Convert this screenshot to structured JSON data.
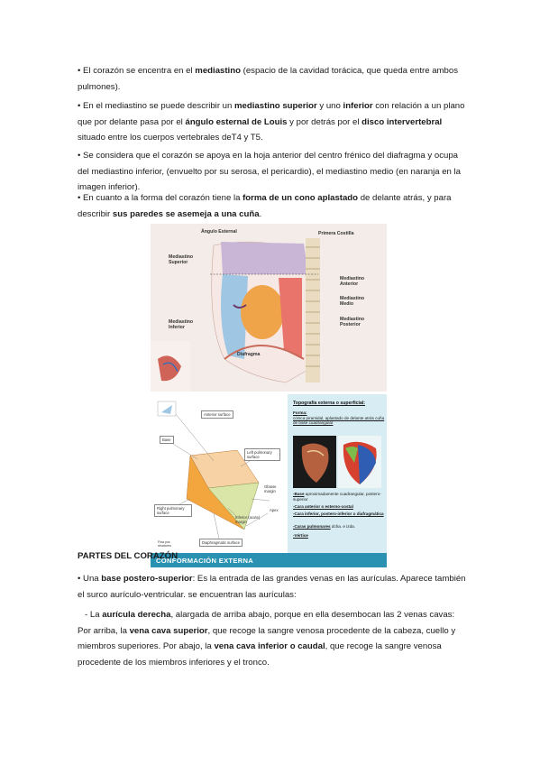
{
  "paragraphs": {
    "p1": {
      "t1": "• El corazón se encentra en el ",
      "b1": "mediastino",
      "t2": " (espacio de la cavidad torácica, que queda entre ambos pulmones)."
    },
    "p2": {
      "t1": "• En el mediastino se puede describir un ",
      "b1": "mediastino superior",
      "t2": " y uno ",
      "b2": "inferior",
      "t3": " con relación a un plano que por delante pasa por el ",
      "b3": "ángulo esternal de Louis",
      "t4": " y por detrás por el ",
      "b4": "disco intervertebral",
      "t5": " situado entre los cuerpos vertebrales deT4 y T5."
    },
    "p3": {
      "t1": "• Se considera que el corazón se apoya en la hoja anterior del centro frénico del diafragma y ocupa del mediastino inferior, (envuelto por su serosa, el pericardio), el mediastino medio (en naranja en la imagen inferior)."
    },
    "p4": {
      "t1": "• En cuanto a la forma del corazón tiene la ",
      "b1": "forma de un cono aplastado",
      "t2": " de delante atrás, y para describir ",
      "b2": "sus paredes se asemeja a una cuña",
      "t3": "."
    },
    "heading": "PARTES DEL CORAZÓN",
    "p5": {
      "t1": "• Una ",
      "b1": "base postero-superior",
      "t2": ": Es la entrada de las grandes venas en las aurículas. Aparece también el surco aurículo-ventricular. se encuentran las aurículas:"
    },
    "p6": {
      "t1": "   - La ",
      "b1": "aurícula derecha",
      "t2": ", alargada de arriba abajo, porque en ella desembocan las 2 venas cavas: Por arriba, la ",
      "b2": "vena cava superior",
      "t3": ", que recoge la sangre venosa procedente de la cabeza, cuello y miembros superiores. Por abajo, la ",
      "b3": "vena cava inferior o caudal",
      "t4": ", que recoge la sangre venosa procedente de los miembros inferiores y el tronco."
    }
  },
  "figure1": {
    "labels": {
      "angulo": "Ángulo Esternal",
      "primera": "Primera Costilla",
      "med_sup": "Mediastino Superior",
      "med_ant": "Mediastino Anterior",
      "med_medio": "Mediastino Medio",
      "med_post": "Mediastino Posterior",
      "med_inf": "Mediastino Inferior",
      "diafragma": "Diafragma"
    },
    "colors": {
      "superior": "#c9b6d6",
      "anterior": "#9fc7e3",
      "medio": "#f0a449",
      "posterior": "#e8746b",
      "spine": "#e9dcc0"
    }
  },
  "figure2": {
    "labels": {
      "anterior": "Anterior surface",
      "base": "Base",
      "left_pulm": "Left pulmonary surface",
      "obtuse": "Obtuse margin",
      "apex": "Apex",
      "right_pulm": "Right pulmonary surface",
      "inferior": "Inferior (acute) margin",
      "diaphragmatic": "Diaphragmatic surface",
      "footnote": "Flow pos structures"
    },
    "right": {
      "title": "Topografía externa o superficial:",
      "forma_label": "Forma:",
      "forma_text": "cónica piramidal, aplastado de delante atrás cuña de base cuadrangular",
      "item1_u": "-Base",
      "item1_t": " aproximadamente cuadrangular, postero-superior",
      "item2_u": "-Cara anterior o esterno-costal",
      "item3_u": "-Cara inferior, postero-inferior o diafragmática",
      "item4_u": "-Caras pulmonares",
      "item4_t": " dcha. e izda.",
      "item5_u": "-Vértice"
    },
    "band": "CONFORMACIÓN EXTERNA",
    "colors": {
      "band": "#2b91b2",
      "panel": "#d7edf3",
      "wedge_top": "#f7d2a4",
      "wedge_front": "#f4a63e",
      "wedge_side": "#d9e6a8"
    }
  }
}
